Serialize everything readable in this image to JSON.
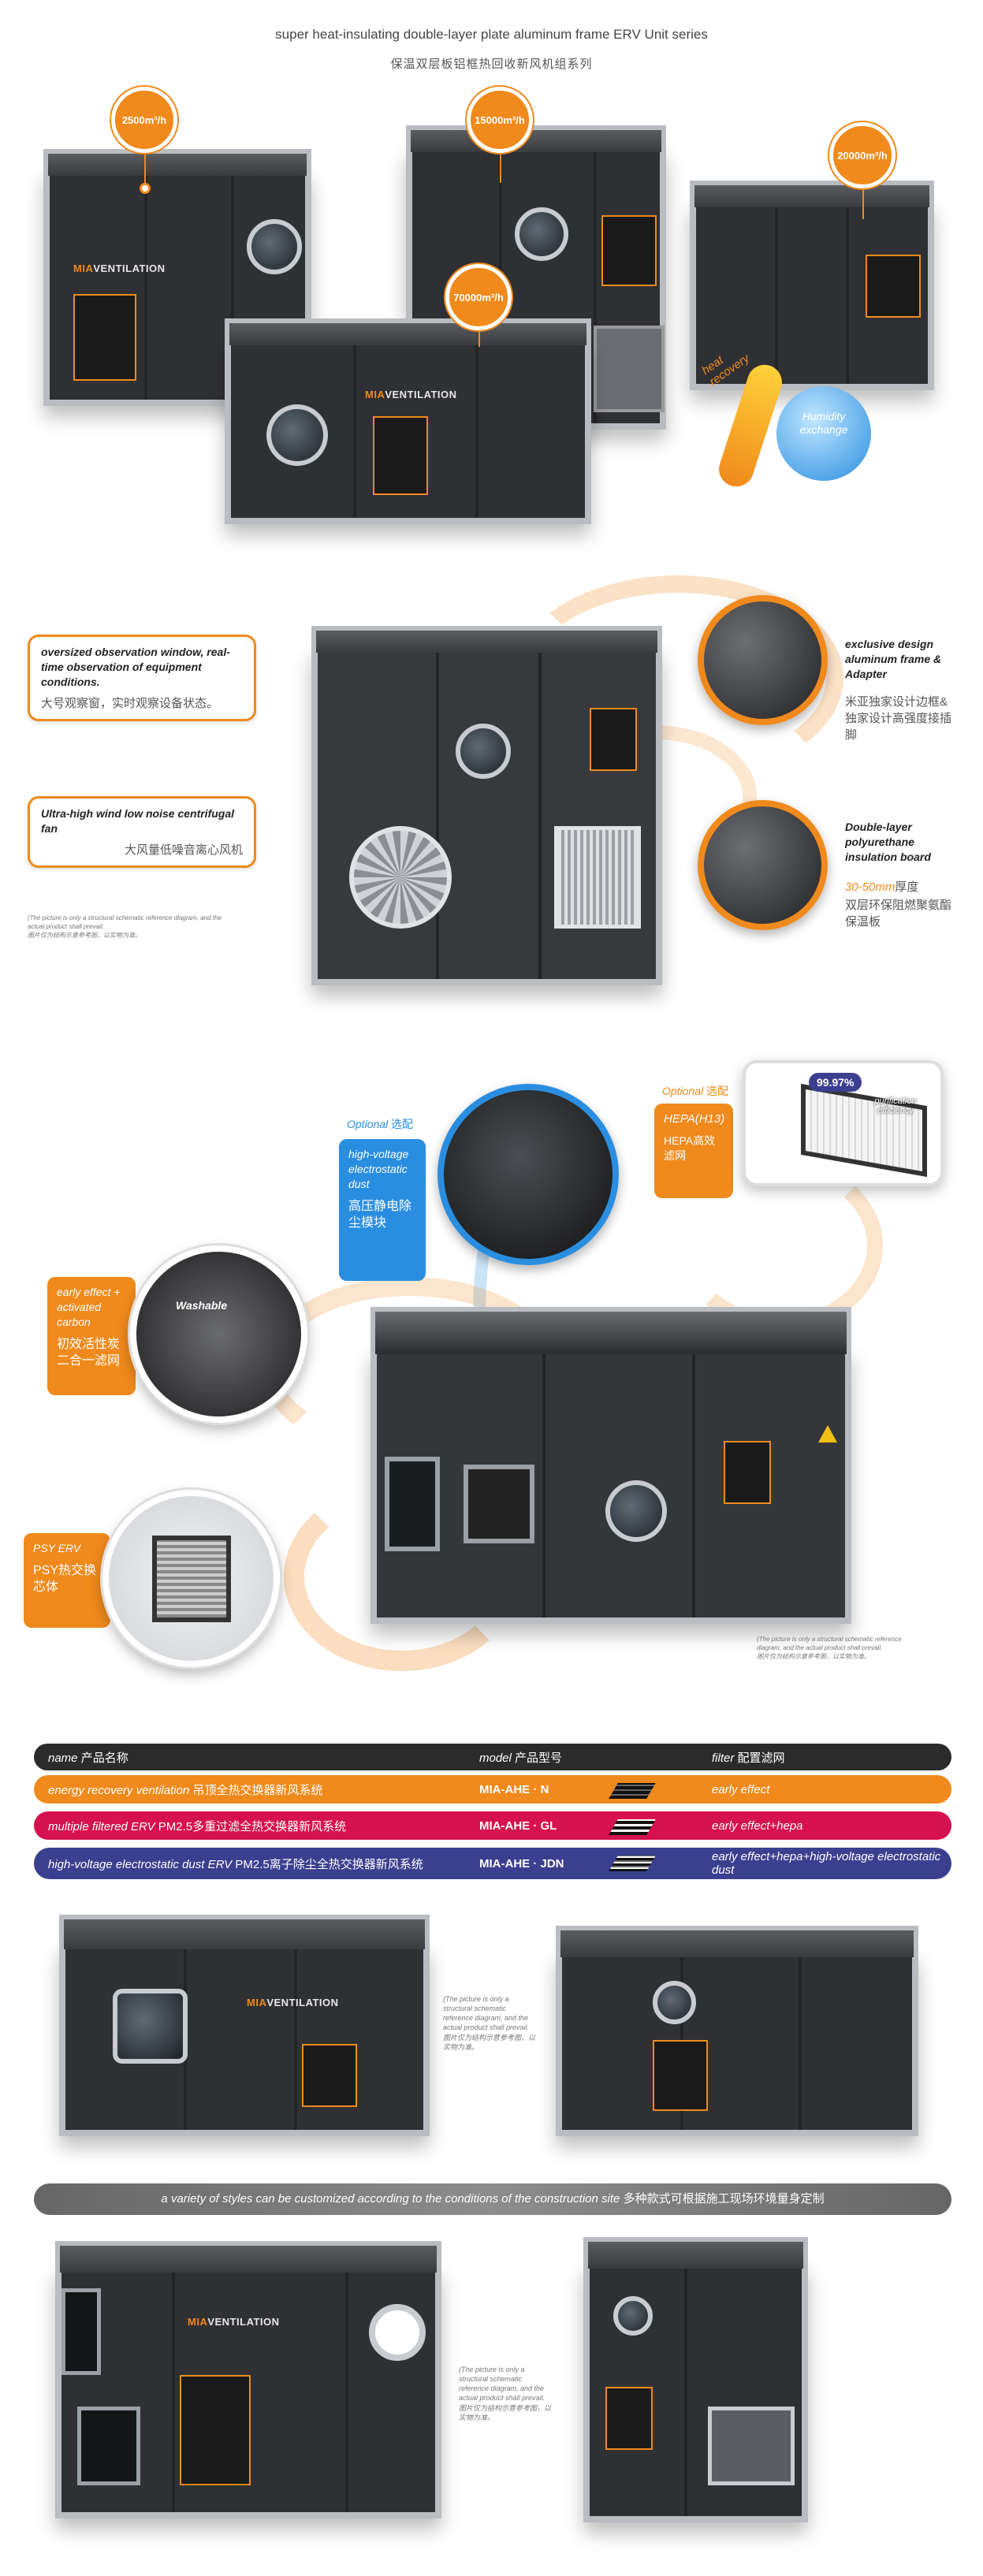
{
  "header": {
    "title_en": "super heat-insulating double-layer plate aluminum frame ERV Unit series",
    "title_cn": "保温双层板铝框热回收新风机组系列"
  },
  "hero": {
    "badges": [
      "2500m³/h",
      "15000m³/h",
      "20000m³/h",
      "70000m³/h"
    ],
    "brand": {
      "prefix": "MIA",
      "name": "VENTILATION"
    },
    "heat_recovery": "heat recovery",
    "humidity_exchange": "Humidity exchange"
  },
  "structure": {
    "callout_window_en": "oversized observation window, real-time observation of equipment conditions.",
    "callout_window_cn": "大号观察窗，实时观察设备状态。",
    "callout_fan_en": "Ultra-high wind low noise centrifugal fan",
    "callout_fan_cn": "大风量低噪音离心风机",
    "frame_en": "exclusive design aluminum frame & Adapter",
    "frame_cn": "米亚独家设计边框&独家设计高强度接插脚",
    "board_en": "Double-layer polyurethane insulation board",
    "board_thickness": "30-50mm",
    "board_cn_suffix": "厚度",
    "board_cn": "双层环保阻燃聚氨酯保温板",
    "note_en": "(The picture is only a structural schematic reference diagram, and the actual product shall prevail.",
    "note_cn": "图片仅为结构示意参考图，以实物为准。"
  },
  "modules": {
    "optional_en": "Optional",
    "optional_cn": "选配",
    "hv_en": "high-voltage electrostatic dust",
    "hv_cn": "高压静电除尘模块",
    "hepa_label": "HEPA(H13)",
    "hepa_cn": "HEPA高效滤网",
    "hepa_percent": "99.97%",
    "hepa_efficiency": "purification efficiency",
    "early_en": "early effect + activated carbon",
    "early_cn": "初效活性炭二合一滤网",
    "washable": "Washable",
    "psy_en": "PSY ERV",
    "psy_cn": "PSY热交换芯体",
    "note_en": "(The picture is only a structural schematic reference diagram, and the actual product shall prevail.",
    "note_cn": "图片仅为结构示意参考图，以实物为准。"
  },
  "table": {
    "header": {
      "name_en": "name",
      "name_cn": "产品名称",
      "model_en": "model",
      "model_cn": "产品型号",
      "filter_en": "filter",
      "filter_cn": "配置滤网"
    },
    "rows": [
      {
        "name_en": "energy recovery ventilation",
        "name_cn": "吊顶全热交换器新风系统",
        "model": "MIA-AHE · N",
        "filter": "early effect",
        "color": "#f08a1c"
      },
      {
        "name_en": "multiple filtered ERV",
        "name_cn": "PM2.5多重过滤全热交换器新风系统",
        "model": "MIA-AHE · GL",
        "filter": "early effect+hepa",
        "color": "#d6114f"
      },
      {
        "name_en": "high-voltage electrostatic dust ERV",
        "name_cn": "PM2.5离子除尘全热交换器新风系统",
        "model": "MIA-AHE · JDN",
        "filter": "early effect+hepa+high-voltage electrostatic dust",
        "color": "#3a3f8f"
      }
    ]
  },
  "gallery": {
    "note_en": "(The picture is only a structural schematic reference diagram, and the actual product shall prevail.",
    "note_cn": "图片仅为结构示意参考图，以实物为准。",
    "banner_en": "a variety of styles can be customized according to the conditions of the construction site",
    "banner_cn": "多种款式可根据施工现场环境量身定制"
  },
  "colors": {
    "accent": "#f08a1c",
    "magenta": "#d6114f",
    "indigo": "#3a3f8f",
    "blue": "#2a8ee0",
    "dark": "#2f3033"
  }
}
